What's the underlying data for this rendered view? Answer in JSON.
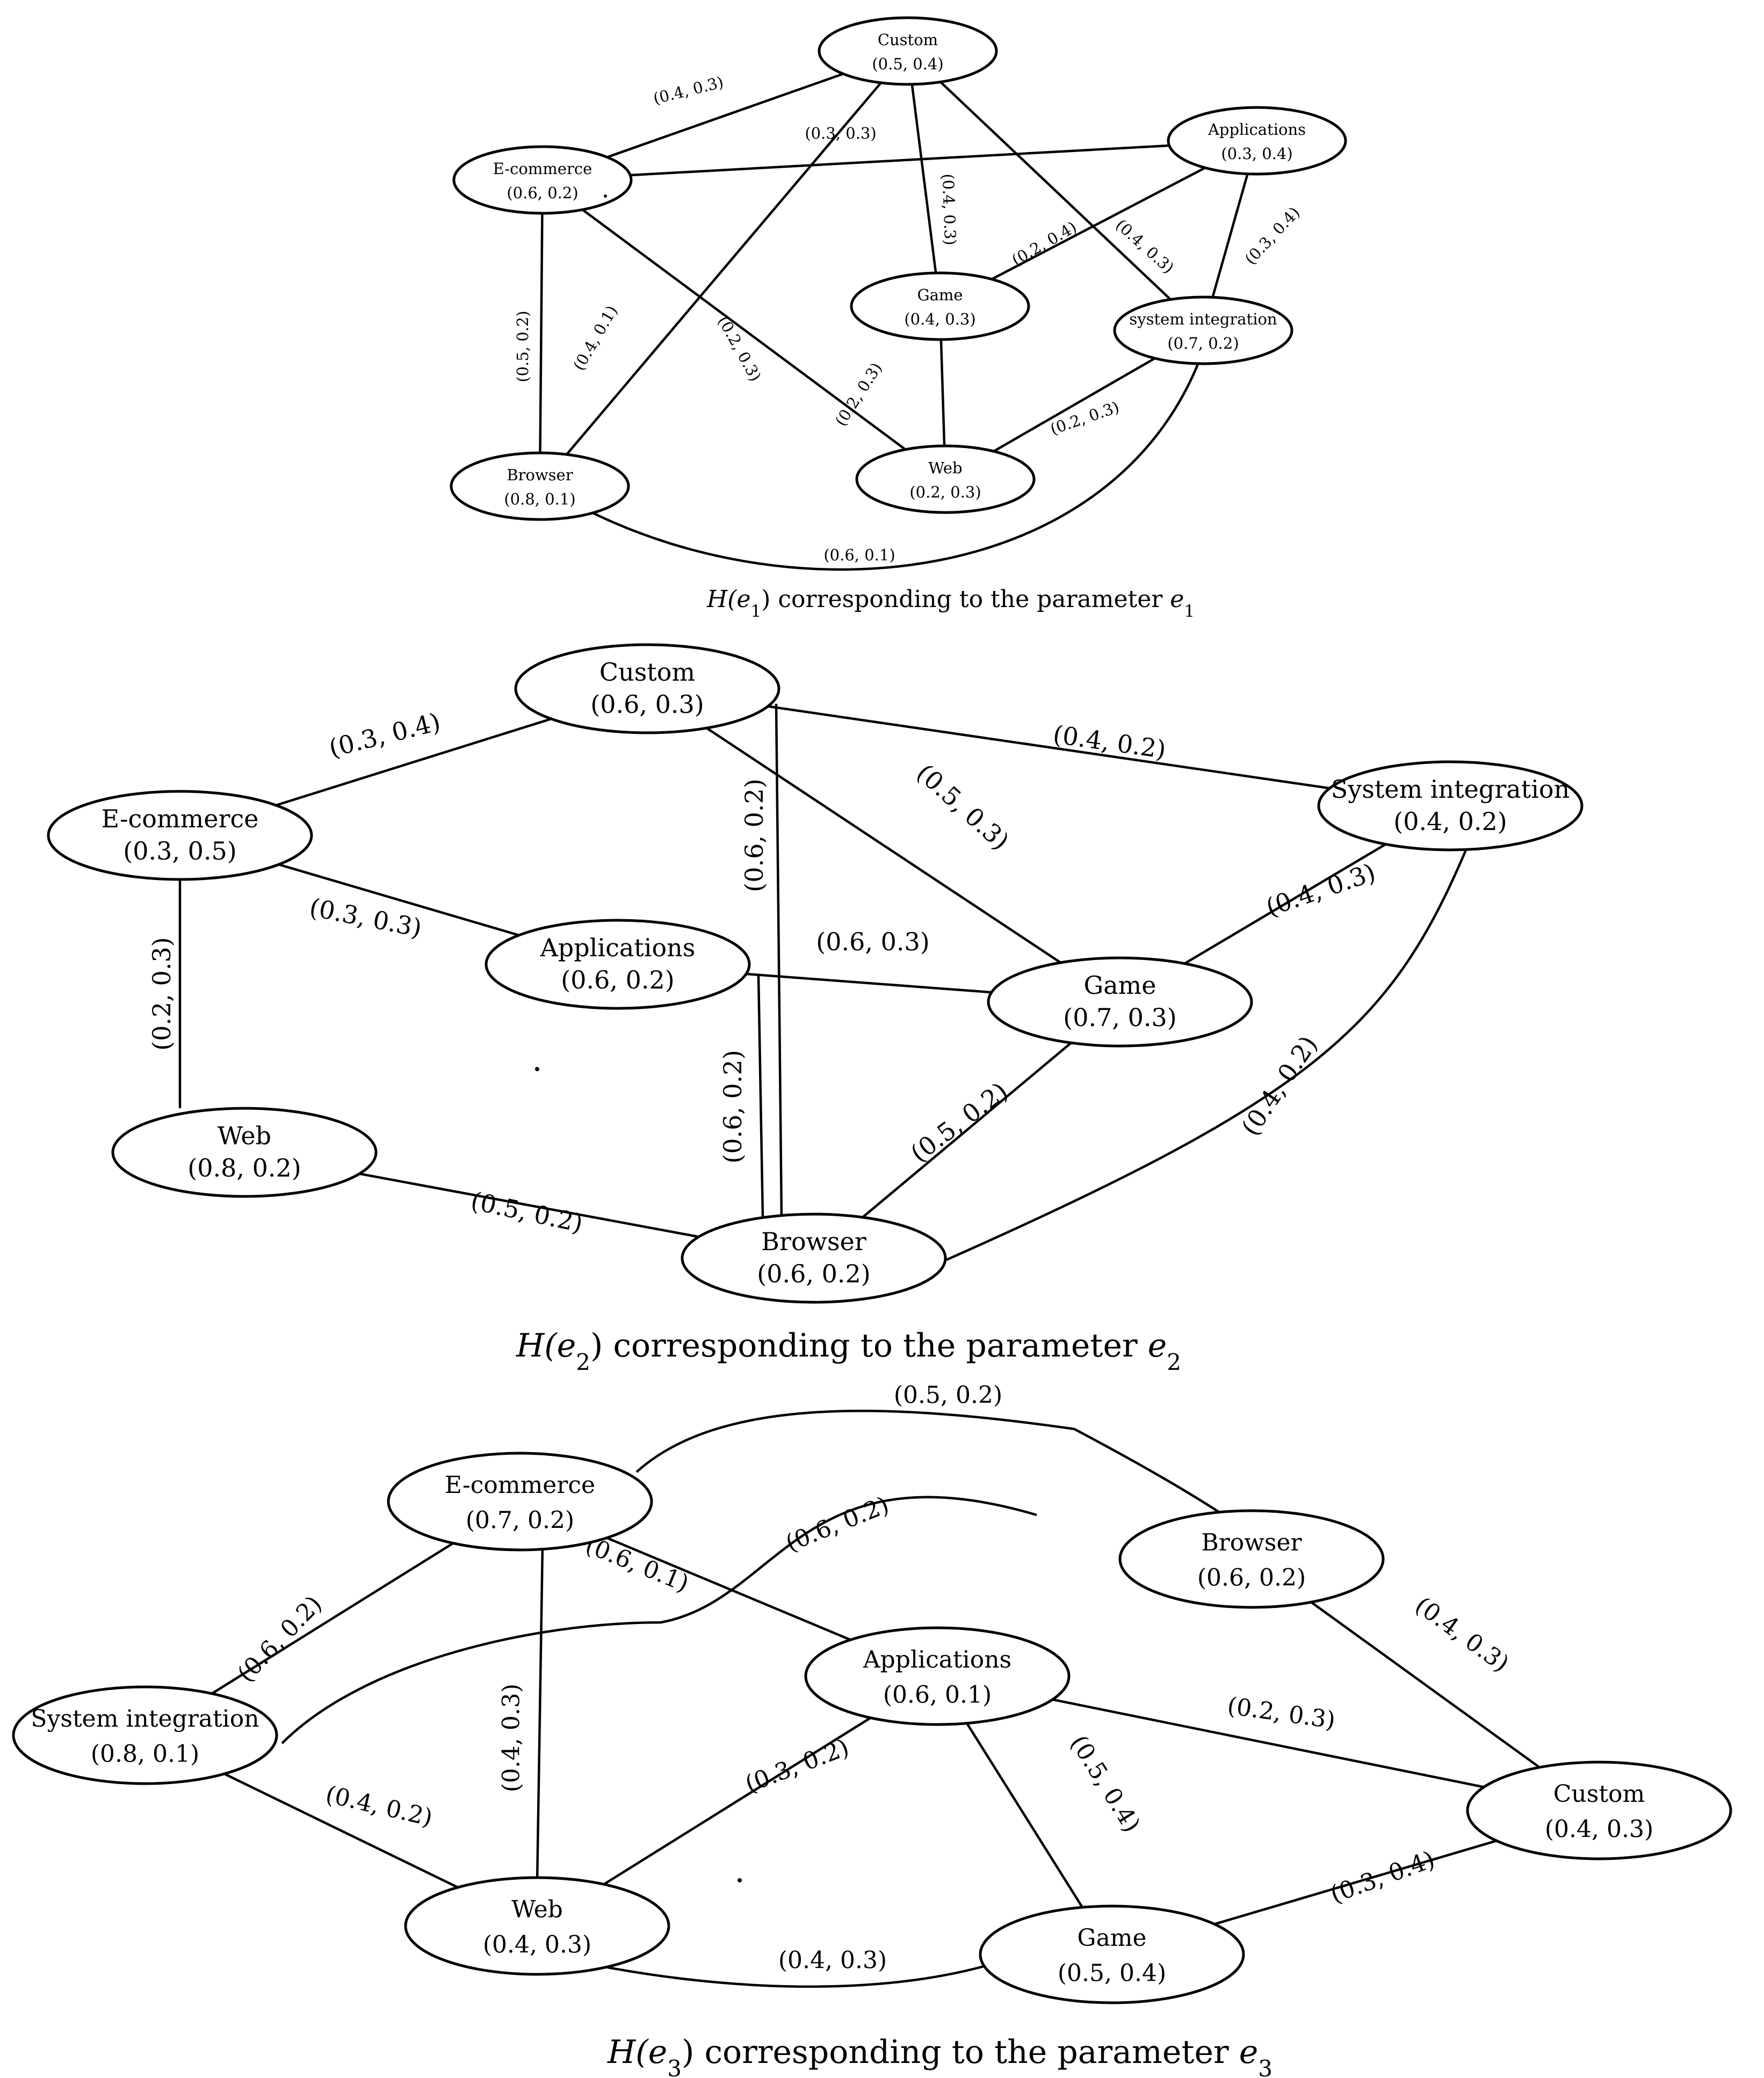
{
  "graphs": [
    {
      "id": "g1",
      "caption": {
        "math": "H(e1)",
        "text": " corresponding to the parameter ",
        "param": "e1"
      },
      "nodes": [
        {
          "id": "custom",
          "name": "Custom",
          "value": "(0.5, 0.4)"
        },
        {
          "id": "applications",
          "name": "Applications",
          "value": "(0.3, 0.4)"
        },
        {
          "id": "ecommerce",
          "name": "E-commerce",
          "value": "(0.6, 0.2)"
        },
        {
          "id": "game",
          "name": "Game",
          "value": "(0.4, 0.3)"
        },
        {
          "id": "sysint",
          "name": "system integration",
          "value": "(0.7, 0.2)"
        },
        {
          "id": "browser",
          "name": "Browser",
          "value": "(0.8, 0.1)"
        },
        {
          "id": "web",
          "name": "Web",
          "value": "(0.2, 0.3)"
        }
      ],
      "edges": [
        {
          "from": "ecommerce",
          "to": "custom",
          "label": "(0.4, 0.3)"
        },
        {
          "from": "ecommerce",
          "to": "applications",
          "label": "(0.3, 0.3)"
        },
        {
          "from": "custom",
          "to": "game",
          "label": "(0.4, 0.3)"
        },
        {
          "from": "custom",
          "to": "sysint",
          "label": "(0.4, 0.3)"
        },
        {
          "from": "game",
          "to": "applications",
          "label": "(0.2, 0.4)"
        },
        {
          "from": "sysint",
          "to": "applications",
          "label": "(0.3, 0.4)"
        },
        {
          "from": "ecommerce",
          "to": "browser",
          "label": "(0.5, 0.2)"
        },
        {
          "from": "browser",
          "to": "custom",
          "label": "(0.4, 0.1)"
        },
        {
          "from": "ecommerce",
          "to": "web",
          "label": "(0.2, 0.3)"
        },
        {
          "from": "web",
          "to": "game",
          "label": "(0.2, 0.3)"
        },
        {
          "from": "web",
          "to": "sysint",
          "label": "(0.2, 0.3)"
        },
        {
          "from": "browser",
          "to": "sysint",
          "label": "(0.6, 0.1)"
        }
      ]
    },
    {
      "id": "g2",
      "caption": {
        "math": "H(e2)",
        "text": " corresponding to the parameter ",
        "param": "e2"
      },
      "nodes": [
        {
          "id": "custom",
          "name": "Custom",
          "value": "(0.6, 0.3)"
        },
        {
          "id": "ecommerce",
          "name": "E-commerce",
          "value": "(0.3, 0.5)"
        },
        {
          "id": "sysint",
          "name": "System integration",
          "value": "(0.4, 0.2)"
        },
        {
          "id": "applications",
          "name": "Applications",
          "value": "(0.6, 0.2)"
        },
        {
          "id": "game",
          "name": "Game",
          "value": "(0.7, 0.3)"
        },
        {
          "id": "web",
          "name": "Web",
          "value": "(0.8, 0.2)"
        },
        {
          "id": "browser",
          "name": "Browser",
          "value": "(0.6, 0.2)"
        }
      ],
      "edges": [
        {
          "from": "ecommerce",
          "to": "custom",
          "label": "(0.3, 0.4)"
        },
        {
          "from": "custom",
          "to": "sysint",
          "label": "(0.4, 0.2)"
        },
        {
          "from": "custom",
          "to": "game",
          "label": "(0.5, 0.3)"
        },
        {
          "from": "custom",
          "to": "browser",
          "label": "(0.6, 0.2)"
        },
        {
          "from": "ecommerce",
          "to": "applications",
          "label": "(0.3, 0.3)"
        },
        {
          "from": "ecommerce",
          "to": "web",
          "label": "(0.2, 0.3)"
        },
        {
          "from": "applications",
          "to": "game",
          "label": "(0.6, 0.3)"
        },
        {
          "from": "applications",
          "to": "browser",
          "label": "(0.6, 0.2)"
        },
        {
          "from": "game",
          "to": "sysint",
          "label": "(0.4, 0.3)"
        },
        {
          "from": "game",
          "to": "browser",
          "label": "(0.5, 0.2)"
        },
        {
          "from": "browser",
          "to": "sysint",
          "label": "(0.4, 0.2)"
        },
        {
          "from": "web",
          "to": "browser",
          "label": "(0.5, 0.2)"
        }
      ]
    },
    {
      "id": "g3",
      "caption": {
        "math": "H(e3)",
        "text": " corresponding to the parameter ",
        "param": "e3"
      },
      "nodes": [
        {
          "id": "ecommerce",
          "name": "E-commerce",
          "value": "(0.7, 0.2)"
        },
        {
          "id": "browser",
          "name": "Browser",
          "value": "(0.6, 0.2)"
        },
        {
          "id": "applications",
          "name": "Applications",
          "value": "(0.6, 0.1)"
        },
        {
          "id": "sysint",
          "name": "System integration",
          "value": "(0.8, 0.1)"
        },
        {
          "id": "custom",
          "name": "Custom",
          "value": "(0.4, 0.3)"
        },
        {
          "id": "web",
          "name": "Web",
          "value": "(0.4, 0.3)"
        },
        {
          "id": "game",
          "name": "Game",
          "value": "(0.5, 0.4)"
        }
      ],
      "edges": [
        {
          "from": "ecommerce",
          "to": "browser",
          "label": "(0.5, 0.2)"
        },
        {
          "from": "sysint",
          "to": "browser",
          "label": "(0.6, 0.2)"
        },
        {
          "from": "sysint",
          "to": "ecommerce",
          "label": "(0.6, 0.2)"
        },
        {
          "from": "ecommerce",
          "to": "applications",
          "label": "(0.6, 0.1)"
        },
        {
          "from": "ecommerce",
          "to": "web",
          "label": "(0.4, 0.3)"
        },
        {
          "from": "browser",
          "to": "custom",
          "label": "(0.4, 0.3)"
        },
        {
          "from": "applications",
          "to": "custom",
          "label": "(0.2, 0.3)"
        },
        {
          "from": "applications",
          "to": "game",
          "label": "(0.5, 0.4)"
        },
        {
          "from": "web",
          "to": "applications",
          "label": "(0.3, 0.2)"
        },
        {
          "from": "sysint",
          "to": "web",
          "label": "(0.4, 0.2)"
        },
        {
          "from": "web",
          "to": "game",
          "label": "(0.4, 0.3)"
        },
        {
          "from": "game",
          "to": "custom",
          "label": "(0.3, 0.4)"
        }
      ]
    }
  ]
}
